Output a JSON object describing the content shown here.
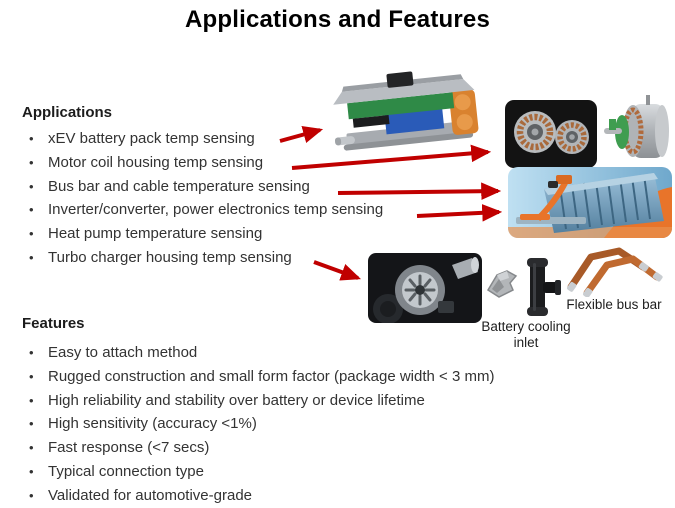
{
  "title": "Applications and Features",
  "colors": {
    "arrow_red": "#C00000",
    "text": "#333333",
    "background": "#FFFFFF"
  },
  "applications": {
    "heading": "Applications",
    "items": [
      "xEV battery pack temp sensing",
      "Motor coil housing temp sensing",
      "Bus bar and cable temperature sensing",
      "Inverter/converter,  power electronics temp sensing",
      "Heat pump temperature  sensing",
      "Turbo charger housing temp sensing"
    ]
  },
  "features": {
    "heading": "Features",
    "items": [
      "Easy to attach method",
      "Rugged construction  and small form factor (package width < 3 mm)",
      "High reliability and stability over battery or device lifetime",
      "High sensitivity (accuracy <1%)",
      "Fast response (<7 secs)",
      "Typical connection type",
      "Validated for automotive-grade"
    ]
  },
  "captions": {
    "battery_cooling_inlet": "Battery cooling inlet",
    "flexible_bus_bar": "Flexible bus bar"
  },
  "images": {
    "battery_module": "xEV battery pack module photo",
    "motor_stators": "motor coil stators photo",
    "motor_cutaway": "electric motor cutaway photo",
    "battery_pack_busbar": "battery pack with bus bar photo",
    "turbocharger": "turbo charger photo",
    "cooling_clip": "metal attach clip photo",
    "cooling_inlet": "battery cooling inlet tube photo",
    "flexible_busbar": "flexible copper bus bar photo"
  }
}
